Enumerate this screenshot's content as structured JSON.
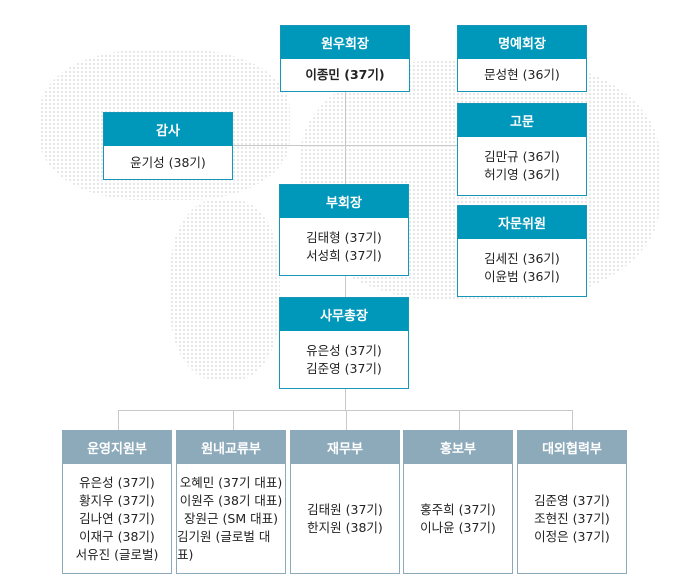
{
  "top": [
    {
      "id": "president",
      "title": "원우회장",
      "members": [
        "이종민 (37기)"
      ]
    },
    {
      "id": "honorary",
      "title": "명예회장",
      "members": [
        "문성현 (36기)"
      ]
    },
    {
      "id": "advisor",
      "title": "고문",
      "members": [
        "김만규 (36기)",
        "허기영 (36기)"
      ]
    },
    {
      "id": "consultant",
      "title": "자문위원",
      "members": [
        "김세진 (36기)",
        "이윤범 (36기)"
      ]
    },
    {
      "id": "auditor",
      "title": "감사",
      "members": [
        "윤기성 (38기)"
      ]
    },
    {
      "id": "vice",
      "title": "부회장",
      "members": [
        "김태형 (37기)",
        "서성희 (37기)"
      ]
    },
    {
      "id": "secretary",
      "title": "사무총장",
      "members": [
        "유은성 (37기)",
        "김준영 (37기)"
      ]
    }
  ],
  "departments": [
    {
      "title": "운영지원부",
      "members": [
        "유은성 (37기)",
        "황지우 (37기)",
        "김나연 (37기)",
        "이재구 (38기)",
        "서유진 (글로벌)"
      ]
    },
    {
      "title": "원내교류부",
      "members": [
        "오혜민 (37기 대표)",
        "이원주 (38기 대표)",
        "장원근 (SM 대표)",
        "김기원 (글로벌 대표)"
      ]
    },
    {
      "title": "재무부",
      "members": [
        "김태원 (37기)",
        "한지원 (38기)"
      ]
    },
    {
      "title": "홍보부",
      "members": [
        "홍주희 (37기)",
        "이나윤 (37기)"
      ]
    },
    {
      "title": "대외협력부",
      "members": [
        "김준영 (37기)",
        "조현진 (37기)",
        "이정은 (37기)"
      ]
    }
  ],
  "colors": {
    "primary": "#0098ba",
    "department": "#8daabb"
  }
}
